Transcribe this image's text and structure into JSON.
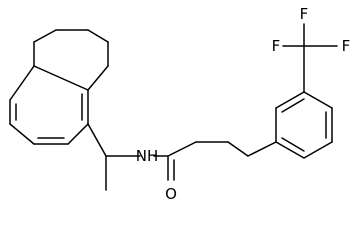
{
  "molecule": {
    "atom_labels": {
      "nitrogen_amide": "NH",
      "oxygen_carbonyl": "O",
      "fluorine_1": "F",
      "fluorine_2": "F",
      "fluorine_3": "F"
    },
    "colors": {
      "bond": "#000000",
      "background": "#ffffff"
    }
  }
}
